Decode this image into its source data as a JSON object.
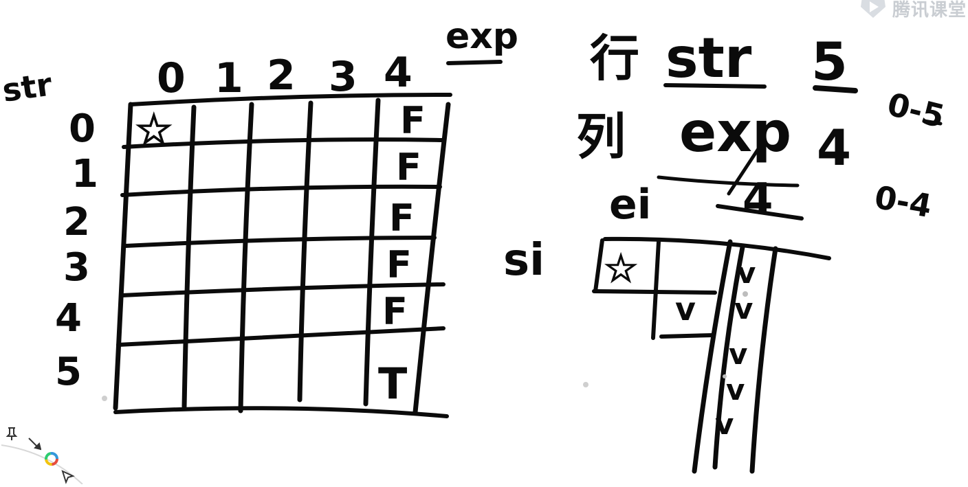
{
  "brand": {
    "name": "腾讯课堂",
    "accent": "#c9cdd2"
  },
  "grid": {
    "row_axis_label": "str",
    "col_axis_label": "exp",
    "col_headers": [
      "0",
      "1",
      "2",
      "3",
      "4"
    ],
    "row_headers": [
      "0",
      "1",
      "2",
      "3",
      "4",
      "5"
    ],
    "origin_mark": "☆",
    "last_col_values": [
      "F",
      "F",
      "F",
      "F",
      "F",
      "T"
    ]
  },
  "notes": {
    "row_label": "行",
    "row_var": "str",
    "row_count": "5",
    "row_range": "0-5",
    "col_label": "列",
    "col_var": "exp",
    "col_count": "4",
    "col_range": "0-4"
  },
  "sketch": {
    "col_index": "ei",
    "row_index": "si",
    "origin_mark": "☆",
    "check_mark": "v"
  },
  "tools": [
    {
      "name": "pin-icon"
    },
    {
      "name": "pen-icon"
    },
    {
      "name": "color-wheel-icon"
    },
    {
      "name": "pointer-icon"
    }
  ]
}
